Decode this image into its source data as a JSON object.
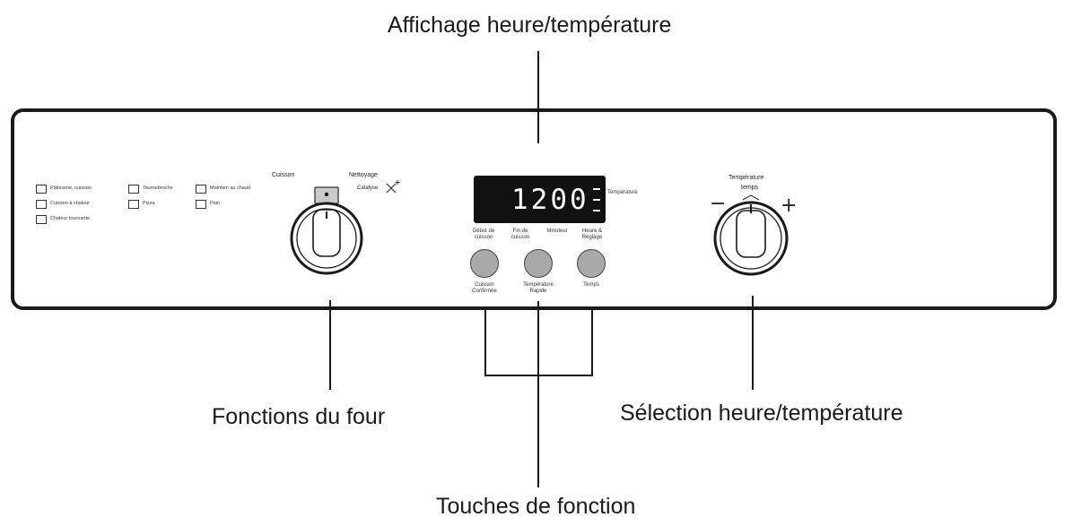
{
  "callouts": {
    "display": "Affichage heure/température",
    "oven_functions": "Fonctions du four",
    "selection": "Sélection heure/température",
    "function_keys": "Touches de fonction"
  },
  "panel": {
    "display_value": "1200",
    "display_side_label": "Température",
    "mode_knob": {
      "label_left": "Cuisson",
      "label_right": "Nettoyage",
      "clean_sub": "Catalyse"
    },
    "right_knob": {
      "label_line1": "Température",
      "label_line2": "temps",
      "minus": "−",
      "plus": "+"
    },
    "top_key_labels": [
      [
        "Début de",
        "cuisson"
      ],
      [
        "Fin de",
        "cuisson"
      ],
      [
        "Minuteur",
        ""
      ],
      [
        "Heure &",
        "Réglage"
      ]
    ],
    "bottom_key_labels": [
      [
        "Cuisson",
        "Confirmée"
      ],
      [
        "Température",
        "Rapide"
      ],
      [
        "Temps",
        ""
      ]
    ],
    "functions": [
      {
        "label": "Pâtisserie, cuisson",
        "icon": "oven-top-bottom-icon"
      },
      {
        "label": "Cuisson à chaleur",
        "icon": "oven-fan-icon"
      },
      {
        "label": "Chaleur tournante",
        "icon": "oven-fan-grill-icon"
      },
      {
        "label": "Tournebroche",
        "icon": "rotisserie-icon"
      },
      {
        "label": "Maintien au chaud",
        "icon": "keep-warm-icon"
      },
      {
        "label": "Pain",
        "icon": "bread-icon"
      },
      {
        "label": "Pizza",
        "icon": "pizza-icon"
      }
    ]
  }
}
